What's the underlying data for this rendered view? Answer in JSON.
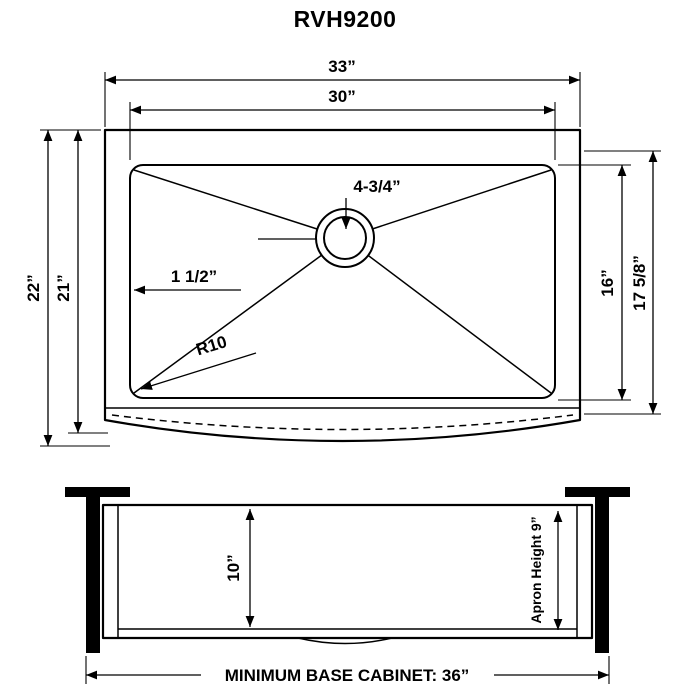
{
  "title": "RVH9200",
  "colors": {
    "ink": "#000000",
    "background": "#ffffff"
  },
  "top_view": {
    "overall_width": "33”",
    "bowl_width": "30”",
    "overall_front_to_back": "22”",
    "rim_front_to_back": "21”",
    "bowl_front_to_back": "16”",
    "basin_outer_front_to_back": "17 5/8”",
    "drain_size": "4-3/4”",
    "rim_lip": "1 1/2”",
    "corner_radius": "R10"
  },
  "front_view": {
    "bowl_depth": "10”",
    "apron_height": "Apron Height 9”",
    "base_cabinet": "MINIMUM BASE CABINET: 36”"
  }
}
